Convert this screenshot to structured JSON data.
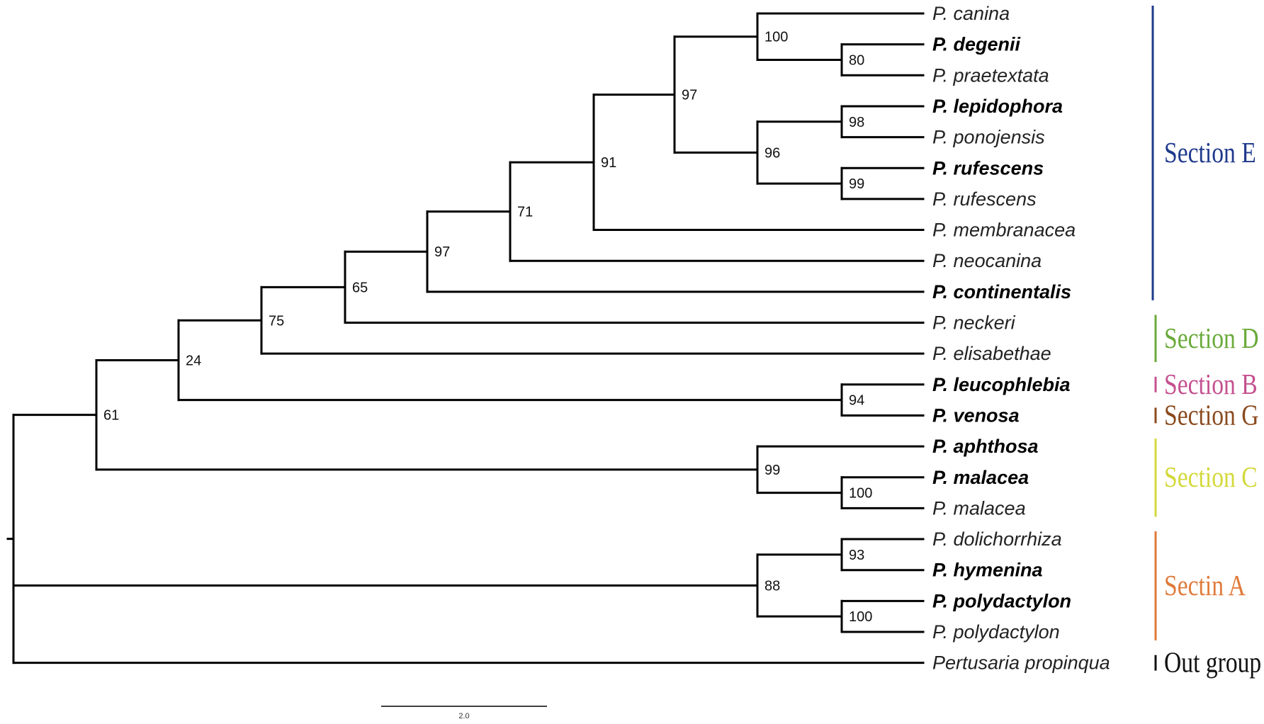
{
  "tips": [
    {
      "id": "canina",
      "label": "P. canina",
      "bold": false
    },
    {
      "id": "degenii",
      "label": "P. degenii",
      "bold": true
    },
    {
      "id": "praetextata",
      "label": "P. praetextata",
      "bold": false
    },
    {
      "id": "lepidophora",
      "label": "P. lepidophora",
      "bold": true
    },
    {
      "id": "ponojensis",
      "label": "P. ponojensis",
      "bold": false
    },
    {
      "id": "rufescens-1",
      "label": "P. rufescens",
      "bold": true
    },
    {
      "id": "rufescens-2",
      "label": "P. rufescens",
      "bold": false
    },
    {
      "id": "membranacea",
      "label": "P. membranacea",
      "bold": false
    },
    {
      "id": "neocanina",
      "label": "P. neocanina",
      "bold": false
    },
    {
      "id": "continentalis",
      "label": "P. continentalis",
      "bold": true
    },
    {
      "id": "neckeri",
      "label": "P. neckeri",
      "bold": false
    },
    {
      "id": "elisabethae",
      "label": "P. elisabethae",
      "bold": false
    },
    {
      "id": "leucophlebia",
      "label": "P. leucophlebia",
      "bold": true
    },
    {
      "id": "venosa",
      "label": "P. venosa",
      "bold": true
    },
    {
      "id": "aphthosa",
      "label": "P. aphthosa",
      "bold": true
    },
    {
      "id": "malacea-1",
      "label": "P. malacea",
      "bold": true
    },
    {
      "id": "malacea-2",
      "label": "P. malacea",
      "bold": false
    },
    {
      "id": "dolichorrhiza",
      "label": "P. dolichorrhiza",
      "bold": false
    },
    {
      "id": "hymenina",
      "label": "P. hymenina",
      "bold": true
    },
    {
      "id": "polydactylon-1",
      "label": "P. polydactylon",
      "bold": true
    },
    {
      "id": "polydactylon-2",
      "label": "P. polydactylon",
      "bold": false
    },
    {
      "id": "propinqua",
      "label": "Pertusaria  propinqua",
      "bold": false
    }
  ],
  "clades": [
    {
      "id": "c1",
      "children": [
        "degenii",
        "praetextata"
      ],
      "support": "80"
    },
    {
      "id": "c2",
      "children": [
        "canina",
        "c1"
      ],
      "support": "100"
    },
    {
      "id": "c3",
      "children": [
        "lepidophora",
        "ponojensis"
      ],
      "support": "98"
    },
    {
      "id": "c4",
      "children": [
        "rufescens-1",
        "rufescens-2"
      ],
      "support": "99"
    },
    {
      "id": "c5",
      "children": [
        "c3",
        "c4"
      ],
      "support": "96"
    },
    {
      "id": "c6",
      "children": [
        "c2",
        "c5"
      ],
      "support": "97"
    },
    {
      "id": "c7",
      "children": [
        "c6",
        "membranacea"
      ],
      "support": "91"
    },
    {
      "id": "c8",
      "children": [
        "c7",
        "neocanina"
      ],
      "support": "71"
    },
    {
      "id": "c9",
      "children": [
        "c8",
        "continentalis"
      ],
      "support": "97"
    },
    {
      "id": "c10",
      "children": [
        "c9",
        "neckeri"
      ],
      "support": "65"
    },
    {
      "id": "c11",
      "children": [
        "c10",
        "elisabethae"
      ],
      "support": "75"
    },
    {
      "id": "c12",
      "children": [
        "leucophlebia",
        "venosa"
      ],
      "support": "94"
    },
    {
      "id": "c13",
      "children": [
        "c11",
        "c12"
      ],
      "support": "24"
    },
    {
      "id": "c14",
      "children": [
        "malacea-1",
        "malacea-2"
      ],
      "support": "100"
    },
    {
      "id": "c15",
      "children": [
        "aphthosa",
        "c14"
      ],
      "support": "99"
    },
    {
      "id": "c16",
      "children": [
        "c13",
        "c15"
      ],
      "support": "61"
    },
    {
      "id": "c17",
      "children": [
        "dolichorrhiza",
        "hymenina"
      ],
      "support": "93"
    },
    {
      "id": "c18",
      "children": [
        "polydactylon-1",
        "polydactylon-2"
      ],
      "support": "100"
    },
    {
      "id": "c19",
      "children": [
        "c17",
        "c18"
      ],
      "support": "88"
    },
    {
      "id": "root",
      "children": [
        "c16",
        "c19",
        "propinqua"
      ],
      "support": ""
    }
  ],
  "sections": [
    {
      "id": "section-e",
      "label": "Section E",
      "color": "#1f3a8c",
      "from": "canina",
      "to": "continentalis"
    },
    {
      "id": "section-d",
      "label": "Section D",
      "color": "#6aaa3a",
      "from": "neckeri",
      "to": "elisabethae"
    },
    {
      "id": "section-b",
      "label": "Section B",
      "color": "#c4508f",
      "from": "leucophlebia",
      "to": "leucophlebia"
    },
    {
      "id": "section-g",
      "label": "Section G",
      "color": "#8a4a1e",
      "from": "venosa",
      "to": "venosa"
    },
    {
      "id": "section-c",
      "label": "Section C",
      "color": "#d3d93a",
      "from": "aphthosa",
      "to": "malacea-2"
    },
    {
      "id": "section-a",
      "label": "Sectin A",
      "color": "#e07a3a",
      "from": "dolichorrhiza",
      "to": "polydactylon-2"
    },
    {
      "id": "outgroup",
      "label": "Out group",
      "color": "#111111",
      "from": "propinqua",
      "to": "propinqua"
    }
  ],
  "scale_bar": {
    "label": "2.0"
  }
}
